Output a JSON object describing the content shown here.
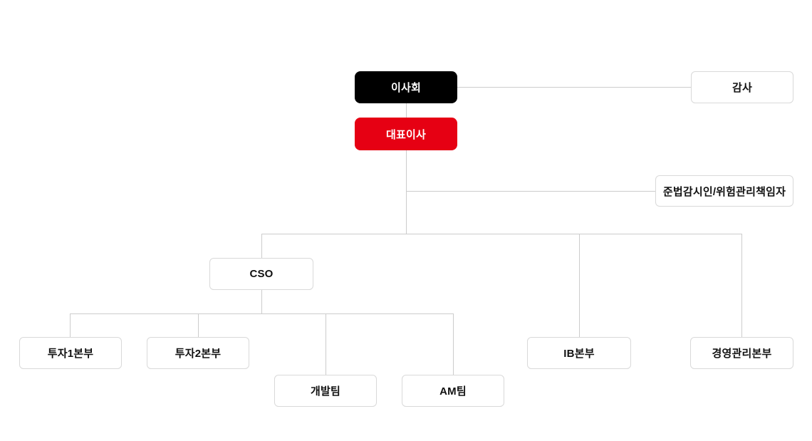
{
  "page": {
    "background": "#ffffff"
  },
  "org_chart": {
    "type": "org-hierarchy-diagram",
    "colors": {
      "board_box": "#000000",
      "ceo_box": "#e60013",
      "box_background": "#ffffff",
      "box_border": "#d9d9d9",
      "connector_line": "#cccccc",
      "box_text": "#111111",
      "inverse_text": "#ffffff"
    },
    "nodes": [
      {
        "label": "이사회",
        "style": "black",
        "parent": null
      },
      {
        "label": "감사",
        "style": "default",
        "parent": "이사회"
      },
      {
        "label": "대표이사",
        "style": "red",
        "parent": "이사회"
      },
      {
        "label": "준법감시인/위험관리책임자",
        "style": "default",
        "parent": "대표이사"
      },
      {
        "label": "CSO",
        "style": "default",
        "parent": "대표이사"
      },
      {
        "label": "투자1본부",
        "style": "default",
        "parent": "CSO"
      },
      {
        "label": "투자2본부",
        "style": "default",
        "parent": "CSO"
      },
      {
        "label": "개발팀",
        "style": "default",
        "parent": "CSO"
      },
      {
        "label": "AM팀",
        "style": "default",
        "parent": "CSO"
      },
      {
        "label": "IB본부",
        "style": "default",
        "parent": "대표이사"
      },
      {
        "label": "경영관리본부",
        "style": "default",
        "parent": "대표이사"
      }
    ]
  }
}
